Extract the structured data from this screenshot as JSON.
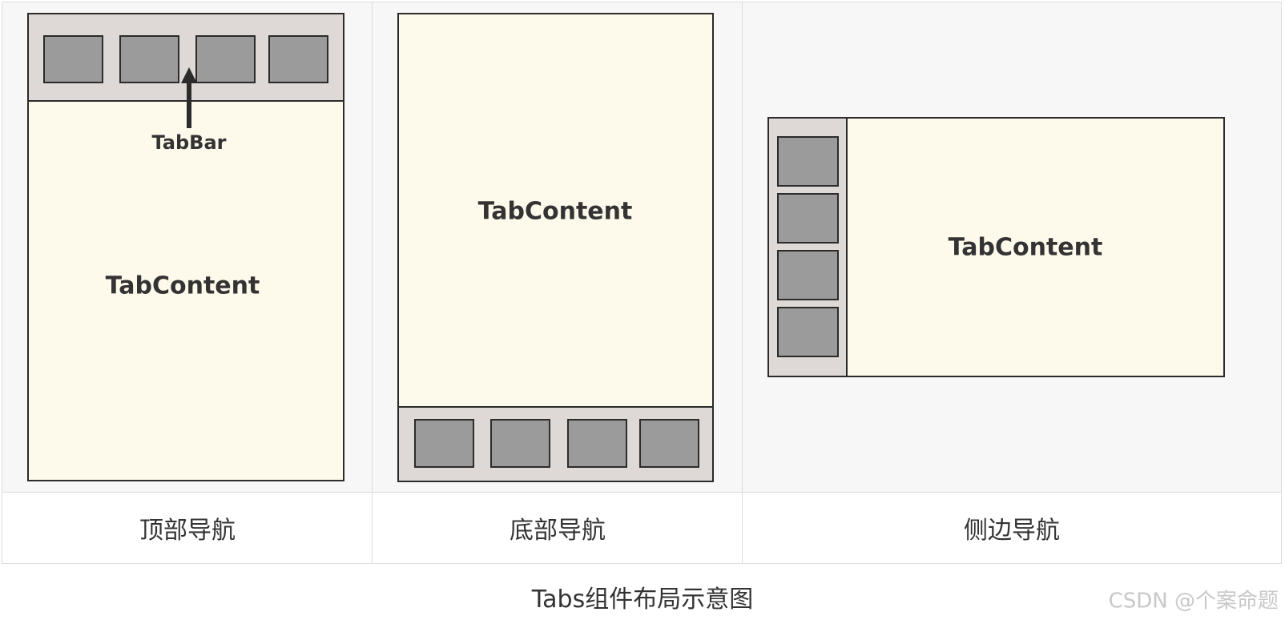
{
  "diagrams": [
    {
      "content_label": "TabContent",
      "bar_label": "TabBar",
      "caption": "顶部导航"
    },
    {
      "content_label": "TabContent",
      "caption": "底部导航"
    },
    {
      "content_label": "TabContent",
      "caption": "侧边导航"
    }
  ],
  "figure_caption": "Tabs组件布局示意图",
  "watermark": "CSDN @个案命题",
  "colors": {
    "tab_bar": "#ded9d6",
    "content": "#fdf9eb",
    "tab_item": "#9b9b9b",
    "outline": "#2b2b2b"
  }
}
